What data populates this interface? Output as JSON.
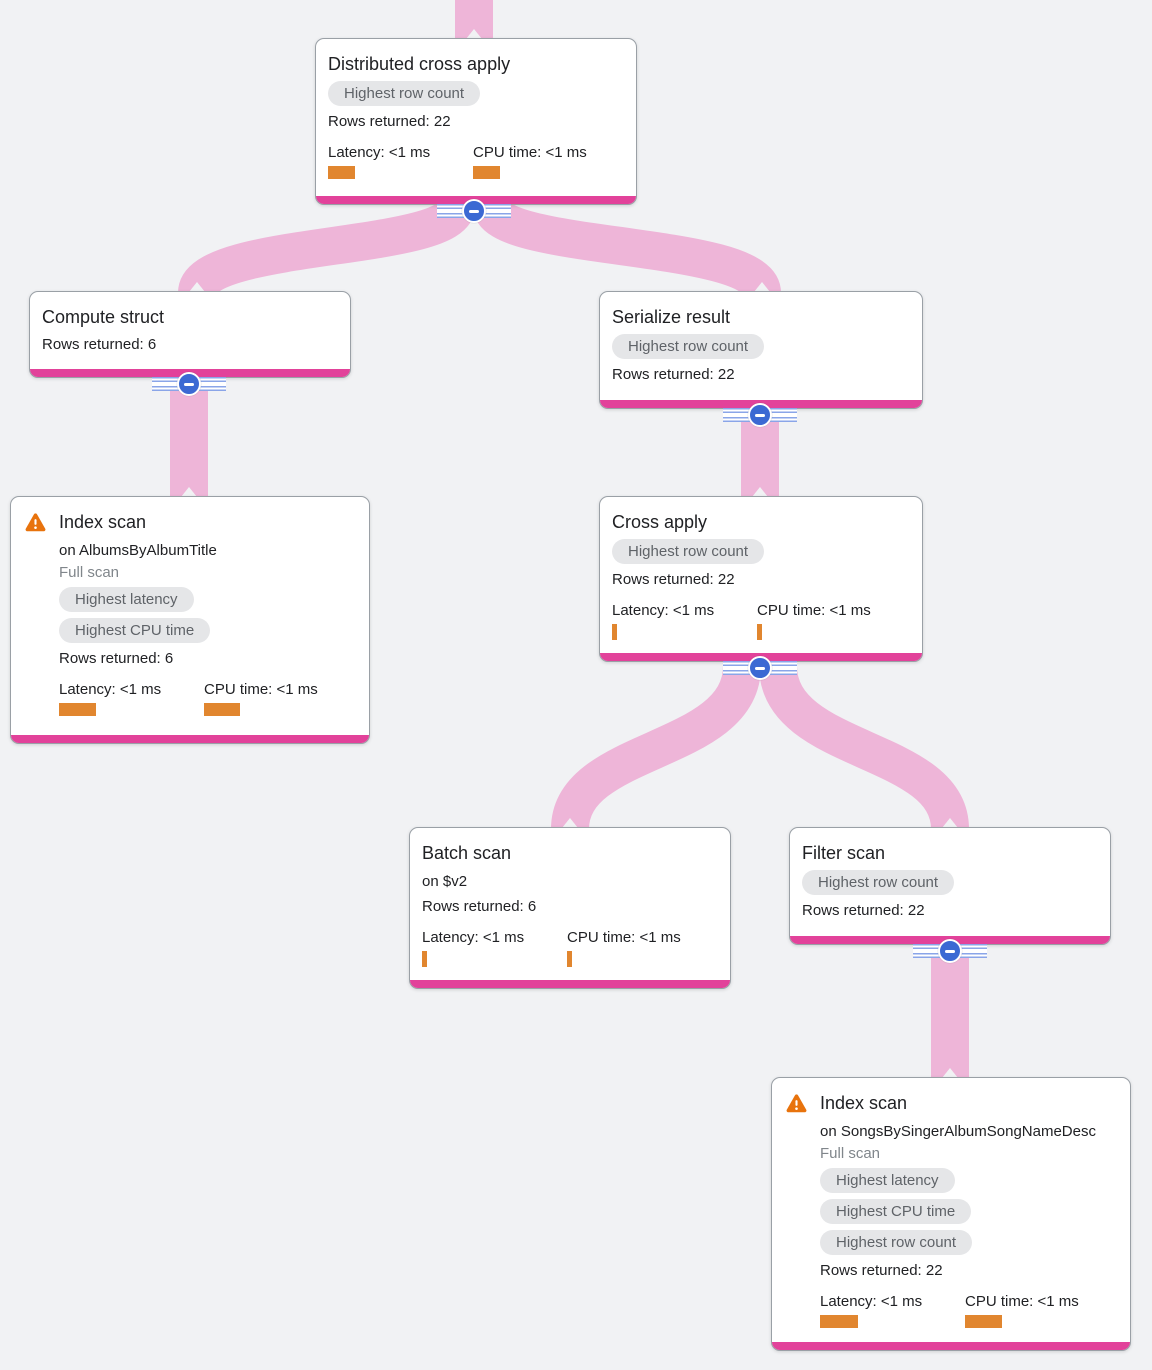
{
  "app": {
    "view": "query-execution-plan-graph"
  },
  "colors": {
    "bg": "#f1f2f4",
    "magenta": "#e2429a",
    "edge_pink": "#eeb5d8",
    "bar_orange": "#e1862f",
    "toggle_blue": "#3b69d3",
    "ribbon_blue": "#8aa5e8",
    "badge_bg": "#e5e6e8",
    "badge_text": "#5f6368",
    "text": "#202124",
    "muted": "#80868b",
    "card_border": "#9aa0a6",
    "warning_orange": "#e8730d"
  },
  "nodes": [
    {
      "id": "distributed-cross-apply",
      "title": "Distributed cross apply",
      "badges": [
        "Highest row count"
      ],
      "rows_returned": "Rows returned: 22",
      "latency_label": "Latency: <1 ms",
      "cpu_label": "CPU time: <1 ms",
      "latency_bar": {
        "w": 27,
        "h": 13
      },
      "cpu_bar": {
        "w": 27,
        "h": 13
      }
    },
    {
      "id": "compute-struct",
      "title": "Compute struct",
      "rows_returned": "Rows returned: 6"
    },
    {
      "id": "serialize-result",
      "title": "Serialize result",
      "badges": [
        "Highest row count"
      ],
      "rows_returned": "Rows returned: 22"
    },
    {
      "id": "index-scan-albums",
      "warning": "warning-icon",
      "title": "Index scan",
      "subtitle": "on AlbumsByAlbumTitle",
      "note": "Full scan",
      "badges": [
        "Highest latency",
        "Highest CPU time"
      ],
      "rows_returned": "Rows returned: 6",
      "latency_label": "Latency: <1 ms",
      "cpu_label": "CPU time: <1 ms",
      "latency_bar": {
        "w": 37,
        "h": 13
      },
      "cpu_bar": {
        "w": 36,
        "h": 13
      }
    },
    {
      "id": "cross-apply",
      "title": "Cross apply",
      "badges": [
        "Highest row count"
      ],
      "rows_returned": "Rows returned: 22",
      "latency_label": "Latency: <1 ms",
      "cpu_label": "CPU time: <1 ms",
      "latency_bar": {
        "w": 5,
        "h": 16
      },
      "cpu_bar": {
        "w": 5,
        "h": 16
      }
    },
    {
      "id": "batch-scan",
      "title": "Batch scan",
      "subtitle": "on $v2",
      "rows_returned": "Rows returned: 6",
      "latency_label": "Latency: <1 ms",
      "cpu_label": "CPU time: <1 ms",
      "latency_bar": {
        "w": 5,
        "h": 16
      },
      "cpu_bar": {
        "w": 5,
        "h": 16
      }
    },
    {
      "id": "filter-scan",
      "title": "Filter scan",
      "badges": [
        "Highest row count"
      ],
      "rows_returned": "Rows returned: 22"
    },
    {
      "id": "index-scan-songs",
      "warning": "warning-icon",
      "title": "Index scan",
      "subtitle": "on SongsBySingerAlbumSongNameDesc",
      "note": "Full scan",
      "badges": [
        "Highest latency",
        "Highest CPU time",
        "Highest row count"
      ],
      "rows_returned": "Rows returned: 22",
      "latency_label": "Latency: <1 ms",
      "cpu_label": "CPU time: <1 ms",
      "latency_bar": {
        "w": 38,
        "h": 13
      },
      "cpu_bar": {
        "w": 37,
        "h": 13
      }
    }
  ]
}
